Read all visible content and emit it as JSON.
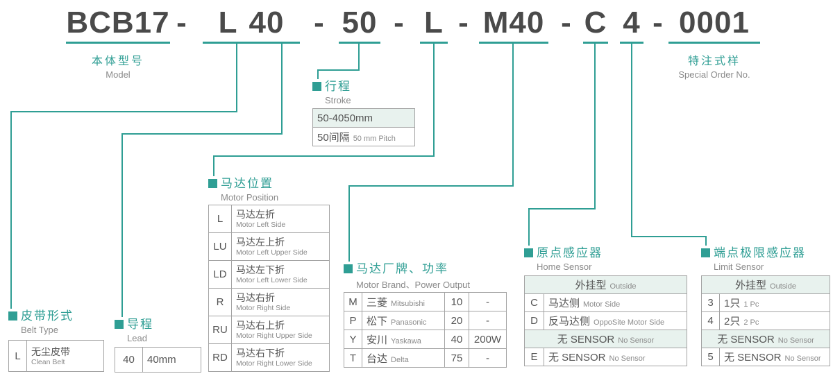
{
  "colors": {
    "accent": "#2f9e94",
    "mint": "#e8f2ee",
    "text": "#4a4a4a",
    "muted": "#8a8a8a",
    "border": "#a3a3a3"
  },
  "title": {
    "model": "BCB17",
    "belt": "L",
    "lead": "40",
    "stroke": "50",
    "motor_position": "L",
    "motor_brand": "M40",
    "home_sensor": "C",
    "limit_sensor": "4",
    "special_order": "0001",
    "hyphen": "-"
  },
  "labels": {
    "model": {
      "zh": "本体型号",
      "en": "Model"
    },
    "special": {
      "zh": "特注式样",
      "en": "Special Order No."
    }
  },
  "belt_type": {
    "title_zh": "皮带形式",
    "title_en": "Belt Type",
    "rows": [
      {
        "code": "L",
        "zh": "无尘皮带",
        "en": "Clean Belt"
      }
    ]
  },
  "lead": {
    "title_zh": "导程",
    "title_en": "Lead",
    "rows": [
      {
        "code": "40",
        "value": "40mm"
      }
    ]
  },
  "stroke": {
    "title_zh": "行程",
    "title_en": "Stroke",
    "range": "50-4050mm",
    "pitch_zh": "50间隔",
    "pitch_en": "50 mm Pitch"
  },
  "motor_position": {
    "title_zh": "马达位置",
    "title_en": "Motor Position",
    "rows": [
      {
        "code": "L",
        "zh": "马达左折",
        "en": "Motor Left Side"
      },
      {
        "code": "LU",
        "zh": "马达左上折",
        "en": "Motor Left Upper Side"
      },
      {
        "code": "LD",
        "zh": "马达左下折",
        "en": "Motor Left Lower Side"
      },
      {
        "code": "R",
        "zh": "马达右折",
        "en": "Motor Right Side"
      },
      {
        "code": "RU",
        "zh": "马达右上折",
        "en": "Motor Right Upper Side"
      },
      {
        "code": "RD",
        "zh": "马达右下折",
        "en": "Motor Right Lower Side"
      }
    ]
  },
  "motor_brand": {
    "title_zh": "马达厂牌、功率",
    "title_en": "Motor Brand、Power Output",
    "rows": [
      {
        "code": "M",
        "zh": "三菱",
        "en": "Mitsubishi",
        "power": "10",
        "output": "-"
      },
      {
        "code": "P",
        "zh": "松下",
        "en": "Panasonic",
        "power": "20",
        "output": "-"
      },
      {
        "code": "Y",
        "zh": "安川",
        "en": "Yaskawa",
        "power": "40",
        "output": "200W"
      },
      {
        "code": "T",
        "zh": "台达",
        "en": "Delta",
        "power": "75",
        "output": "-"
      }
    ]
  },
  "home_sensor": {
    "title_zh": "原点感应器",
    "title_en": "Home Sensor",
    "group_outside_zh": "外挂型",
    "group_outside_en": "Outside",
    "rows1": [
      {
        "code": "C",
        "zh": "马达侧",
        "en": "Motor Side"
      },
      {
        "code": "D",
        "zh": "反马达侧",
        "en": "OppoSite Motor Side"
      }
    ],
    "group_none_zh": "无 SENSOR",
    "group_none_en": "No Sensor",
    "rows2": [
      {
        "code": "E",
        "zh": "无 SENSOR",
        "en": "No Sensor"
      }
    ]
  },
  "limit_sensor": {
    "title_zh": "端点极限感应器",
    "title_en": "Limit Sensor",
    "group_outside_zh": "外挂型",
    "group_outside_en": "Outside",
    "rows1": [
      {
        "code": "3",
        "zh": "1只",
        "en": "1 Pc"
      },
      {
        "code": "4",
        "zh": "2只",
        "en": "2 Pc"
      }
    ],
    "group_none_zh": "无 SENSOR",
    "group_none_en": "No Sensor",
    "rows2": [
      {
        "code": "5",
        "zh": "无 SENSOR",
        "en": "No Sensor"
      }
    ]
  }
}
